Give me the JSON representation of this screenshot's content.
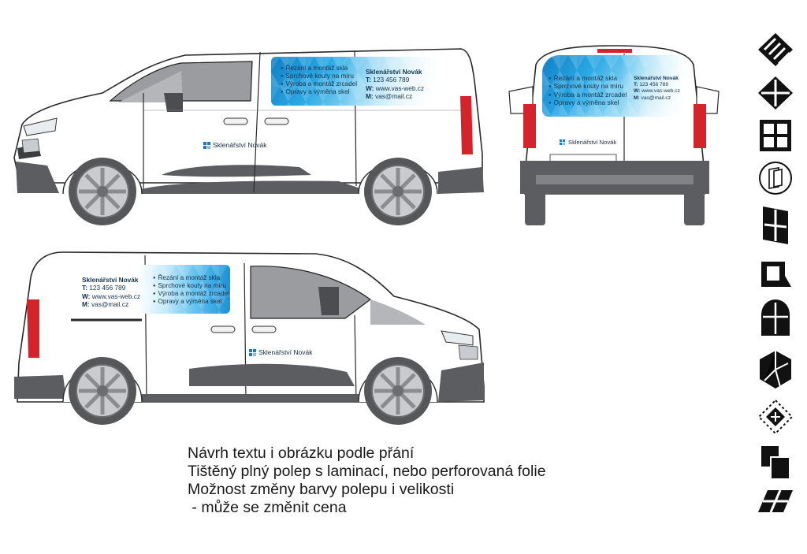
{
  "wrap": {
    "company": "Sklenářství Novák",
    "brand_name": "Sklenářství Novák",
    "services": [
      "Řezání a montáž skla",
      "Sprchové kouty na míru",
      "Výroba a montáž zrcadel",
      "Opravy a výměna skel"
    ],
    "phone_label": "T:",
    "phone": "123 456 789",
    "web_label": "W:",
    "web": "www.vas-web.cz",
    "mail_label": "M:",
    "mail": "vas@mail.cz"
  },
  "caption": {
    "line1": "Návrh textu i obrázku podle přání",
    "line2": "Tištěný plný polep s laminací, nebo perforovaná folie",
    "line3": "Možnost změny barvy polepu i velikosti",
    "line4": " - může se změnit cena"
  },
  "icons": [
    "diamond-stripes-icon",
    "diamond-grid-icon",
    "window-grid-icon",
    "glass-panes-circle-icon",
    "angled-window-icon",
    "square-q-icon",
    "arched-window-icon",
    "hexagon-crack-icon",
    "dotted-diamond-icon",
    "staggered-squares-icon",
    "slanted-grid-icon"
  ],
  "colors": {
    "wrap_blue": "#1a8fd4",
    "brand_blue": "#0e3f78",
    "bumper": "#5b5d61",
    "taillight": "#d3242c"
  }
}
